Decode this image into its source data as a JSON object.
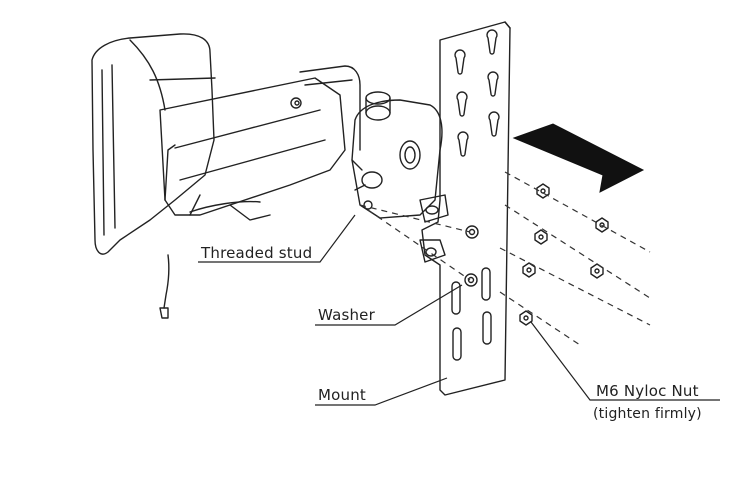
{
  "diagram": {
    "labels": {
      "threaded_stud": "Threaded stud",
      "washer": "Washer",
      "mount": "Mount",
      "nut": "M6 Nyloc Nut",
      "nut_note": "(tighten firmly)"
    },
    "colors": {
      "line": "#222222",
      "background": "#ffffff",
      "arrow": "#111111"
    }
  }
}
